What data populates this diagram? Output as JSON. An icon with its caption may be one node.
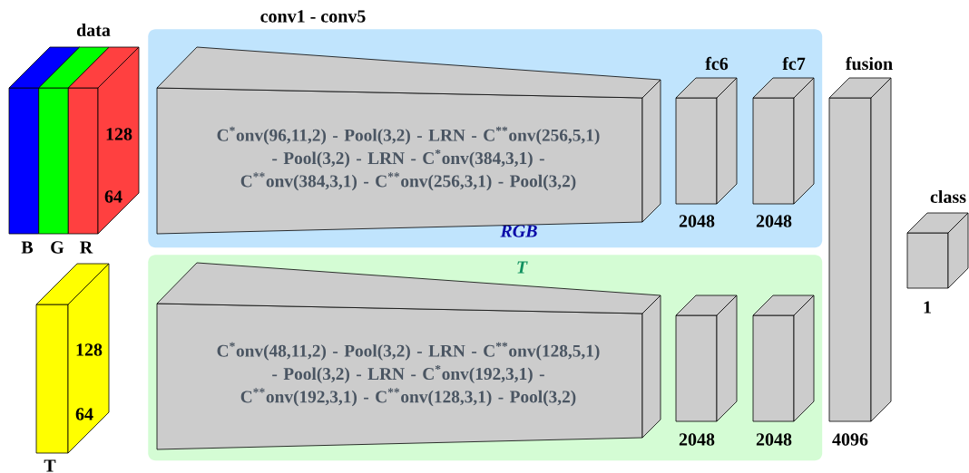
{
  "diagram": {
    "nodes": [
      {
        "text": [
          "data",
          "128",
          "64"
        ],
        "beside": [
          "B",
          "G",
          "R"
        ]
      },
      {
        "text": [
          "128",
          "64"
        ],
        "beside": [
          "T"
        ]
      },
      {
        "text": [
          "conv1 - conv5",
          "RGB"
        ]
      },
      {
        "text": [
          "C$^{*}$onv(96,11,2) - Pool(3,2) - LRN - C$^{**}$onv(256,5,1) - Pool(3,2) - LRN - C$^{*}$onv(384,3,1) - C$^{**}$onv(384,3,1) - C$^{**}$onv(256,3,1) - Pool(3,2)"
        ],
        "in": 2
      },
      {
        "text": [
          "fc6",
          "2048"
        ],
        "in": 2
      },
      {
        "text": [
          "fc7",
          "2048"
        ],
        "in": 2
      },
      {
        "text": [
          "T"
        ]
      },
      {
        "text": [
          "C$^{*}$onv(48,11,2) - Pool(3,2) - LRN - C$^{**}$onv(128,5,1) - Pool(3,2) - LRN - C$^{*}$onv(192,3,1) - C$^{**}$onv(192,3,1) - C$^{**}$onv(128,3,1) - Pool(3,2)"
        ],
        "in": 6
      },
      {
        "text": [
          "2048"
        ],
        "in": 6
      },
      {
        "text": [
          "2048"
        ],
        "in": 6
      },
      {
        "text": [
          "fusion",
          "4096"
        ]
      },
      {
        "text": [
          "class",
          "1"
        ]
      }
    ]
  }
}
